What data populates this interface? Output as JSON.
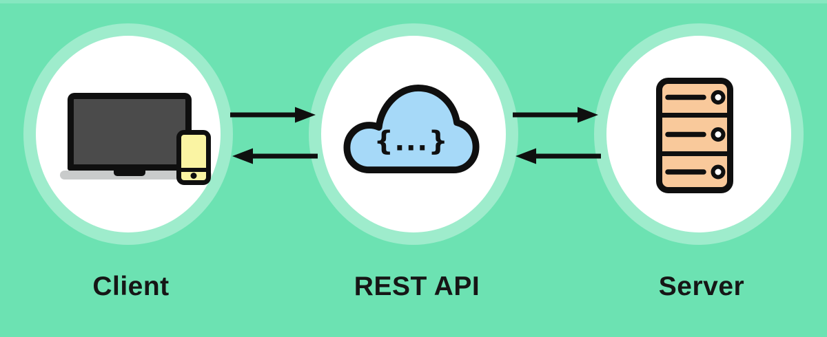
{
  "page": {
    "title": "Client – REST API – Server diagram"
  },
  "colors": {
    "background": "#6CE2B2",
    "halo_ring": "rgba(255,255,255,0.34)",
    "circle": "#FFFFFF",
    "outline": "#0F0F0F",
    "cloud_fill": "#A6D9F8",
    "server_fill": "#F9C99B",
    "phone_fill": "#FAF4A3",
    "laptop_screen": "#4B4B4B",
    "laptop_base": "#C9CBCB",
    "label_text": "#161616"
  },
  "nodes": [
    {
      "id": "client",
      "label": "Client",
      "icon": "laptop-and-phone-icon"
    },
    {
      "id": "rest-api",
      "label": "REST API",
      "icon": "cloud-json-icon",
      "cloud_text": "{...}"
    },
    {
      "id": "server",
      "label": "Server",
      "icon": "server-rack-icon"
    }
  ],
  "arrows": [
    {
      "from": "client",
      "to": "rest-api",
      "direction": "right"
    },
    {
      "from": "rest-api",
      "to": "client",
      "direction": "left"
    },
    {
      "from": "rest-api",
      "to": "server",
      "direction": "right"
    },
    {
      "from": "server",
      "to": "rest-api",
      "direction": "left"
    }
  ]
}
